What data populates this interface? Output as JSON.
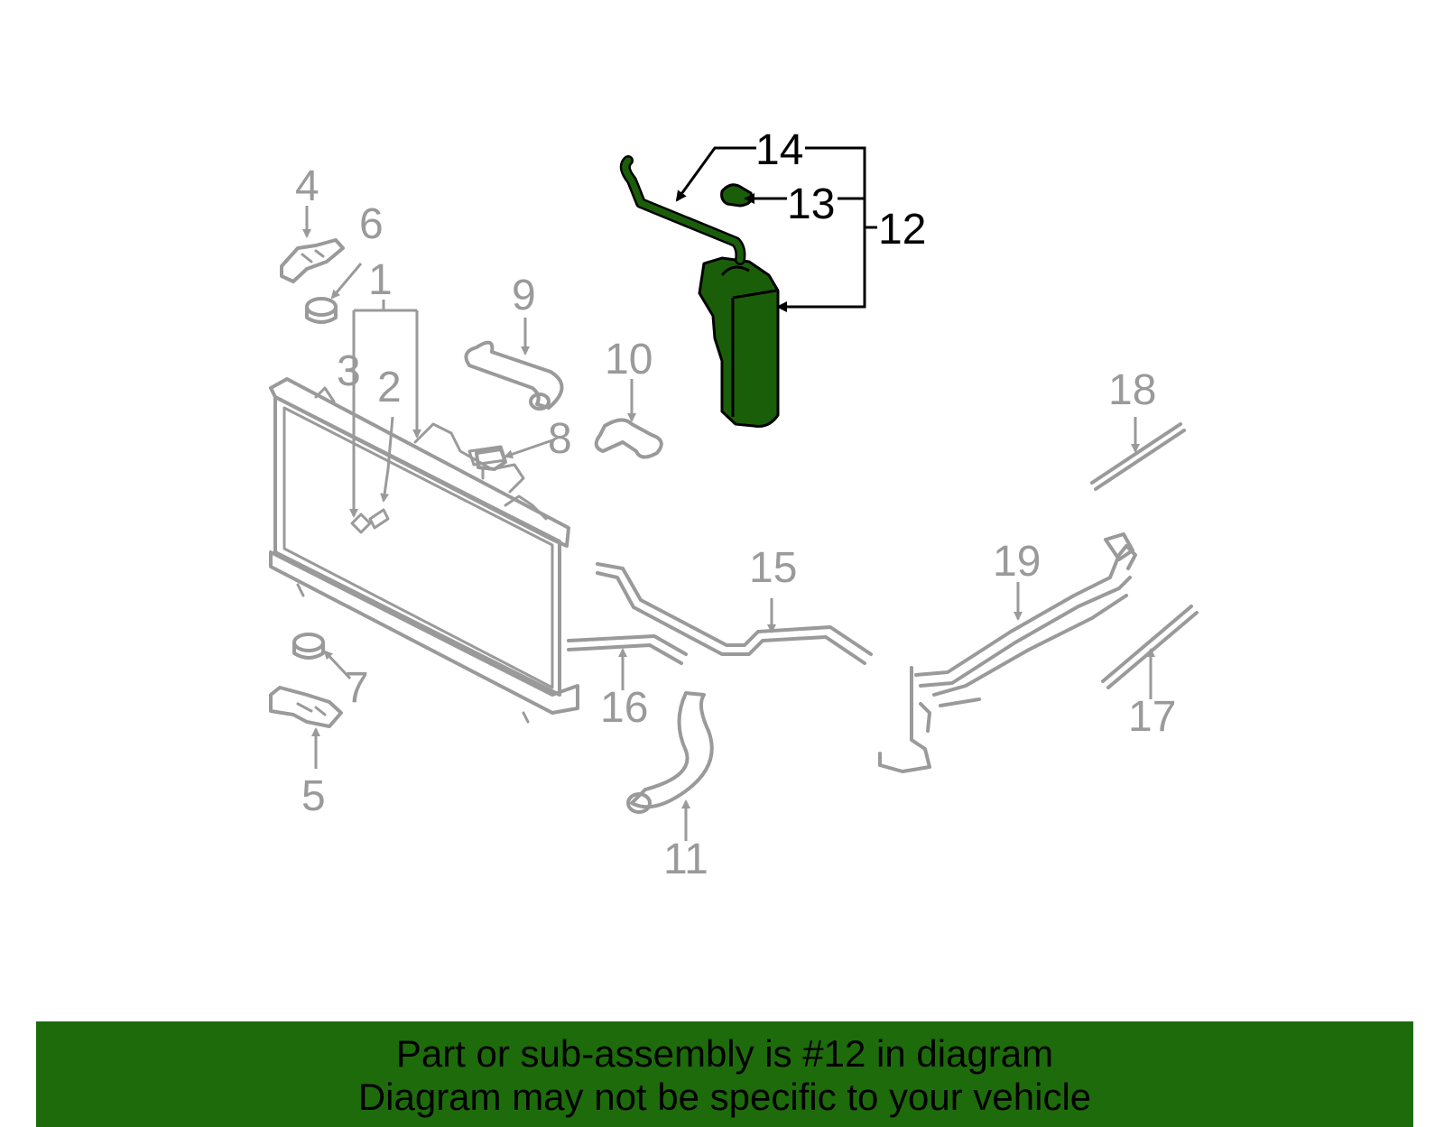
{
  "diagram": {
    "highlight_color": "#1e6b0c",
    "callouts": [
      "1",
      "2",
      "3",
      "4",
      "5",
      "6",
      "7",
      "8",
      "9",
      "10",
      "11",
      "12",
      "13",
      "14",
      "15",
      "16",
      "17",
      "18",
      "19"
    ],
    "highlighted_callouts": [
      "12",
      "13",
      "14"
    ]
  },
  "banner": {
    "line1": "Part or sub-assembly is #12 in diagram",
    "line2": "Diagram may not be specific to your vehicle"
  }
}
